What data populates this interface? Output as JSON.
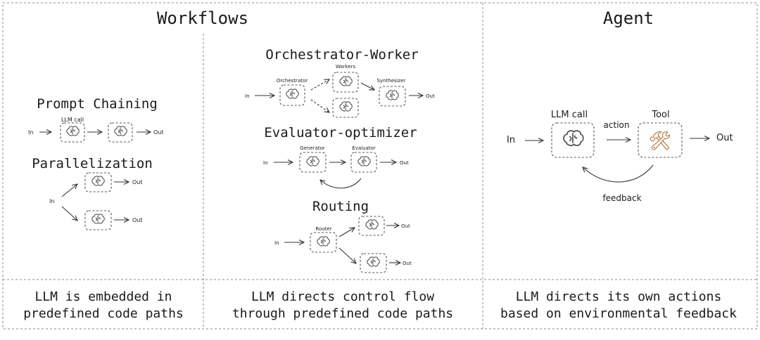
{
  "sections": {
    "workflows": {
      "title": "Workflows",
      "caption_line1": "LLM is embedded in",
      "caption_line2": "predefined code paths"
    },
    "workflows2": {
      "caption_line1": "LLM directs control flow",
      "caption_line2": "through predefined code paths"
    },
    "agent": {
      "title": "Agent",
      "caption_line1": "LLM directs its own actions",
      "caption_line2": "based on environmental feedback"
    }
  },
  "prompt_chaining": {
    "title": "Prompt Chaining",
    "in": "In",
    "llm_call": "LLM call",
    "out": "Out"
  },
  "parallelization": {
    "title": "Parallelization",
    "in": "In",
    "out1": "Out",
    "out2": "Out"
  },
  "orchestrator_worker": {
    "title": "Orchestrator-Worker",
    "in": "In",
    "orchestrator": "Orchestrator",
    "workers": "Workers",
    "synthesizer": "Synthesizer",
    "out": "Out"
  },
  "evaluator_optimizer": {
    "title": "Evaluator-optimizer",
    "in": "In",
    "generator": "Generator",
    "evaluator": "Evaluator",
    "out": "Out"
  },
  "routing": {
    "title": "Routing",
    "in": "In",
    "router": "Router",
    "out1": "Out",
    "out2": "Out"
  },
  "agent_diagram": {
    "in": "In",
    "llm_call": "LLM call",
    "action": "action",
    "tool": "Tool",
    "tool_icon": "🛠",
    "out": "Out",
    "feedback": "feedback"
  },
  "icons": {
    "node": "brain-icon",
    "tool": "hammer-wrench-icon"
  }
}
